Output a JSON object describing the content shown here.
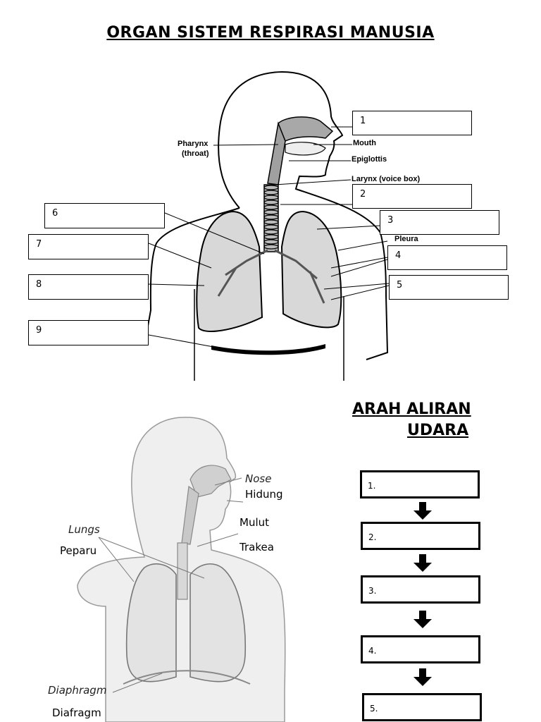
{
  "title": "ORGAN SISTEM RESPIRASI MANUSIA",
  "top_diagram": {
    "labels": {
      "pharynx_line1": "Pharynx",
      "pharynx_line2": "(throat)",
      "mouth": "Mouth",
      "epiglottis": "Epiglottis",
      "larynx": "Larynx (voice box)",
      "pleura": "Pleura"
    },
    "boxes": [
      "1",
      "2",
      "3",
      "4",
      "5",
      "6",
      "7",
      "8",
      "9"
    ]
  },
  "bottom_diagram": {
    "labels": {
      "nose_en": "Nose",
      "nose_ms": "Hidung",
      "mouth_ms": "Mulut",
      "trachea_ms": "Trakea",
      "lungs_en": "Lungs",
      "lungs_ms": "Peparu",
      "diaphragm_en": "Diaphragm",
      "diaphragm_ms": "Diafragm"
    }
  },
  "flow": {
    "title_line1": "ARAH ALIRAN",
    "title_line2": "UDARA",
    "steps": [
      "1.",
      "2.",
      "3.",
      "4.",
      "5."
    ]
  }
}
